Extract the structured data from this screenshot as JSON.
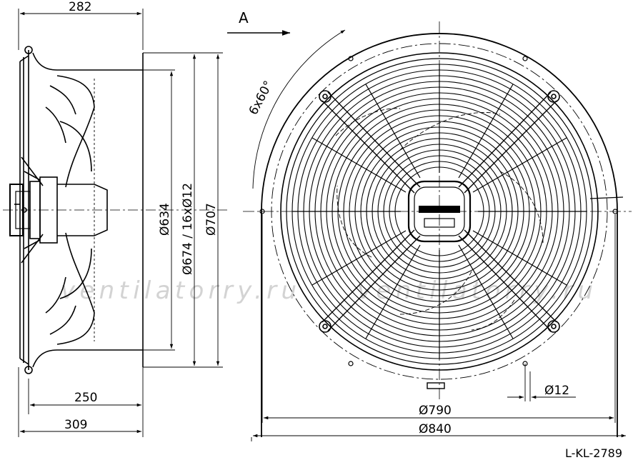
{
  "labels": {
    "width_282": "282",
    "view_a": "A",
    "angle": "6x60°",
    "dia_634": "Ø634",
    "dia_674": "Ø674 / 16xØ12",
    "dia_707": "Ø707",
    "dim_250": "250",
    "dim_309": "309",
    "hole_12": "Ø12",
    "dia_790": "Ø790",
    "dia_840": "Ø840",
    "drawing_number": "L-KL-2789"
  },
  "watermark": "ventilatorry.ru"
}
